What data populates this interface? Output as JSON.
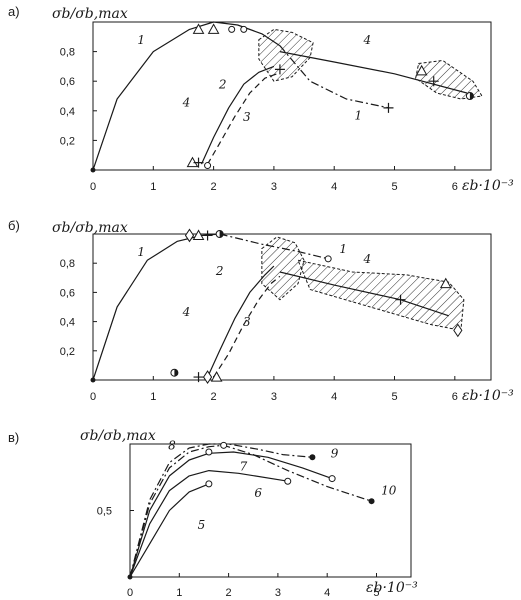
{
  "figure": {
    "colors": {
      "ink": "#1a1a1a",
      "hatch": "#333333",
      "background": "#ffffff"
    }
  },
  "chart_data": [
    {
      "panel": "а)",
      "type": "line",
      "ylabel": "σb/σb,max",
      "xlabel": "εb·10⁻³",
      "xlim": [
        0,
        6.6
      ],
      "ylim": [
        0,
        1.0
      ],
      "xticks": [
        "0",
        "1",
        "2",
        "3",
        "4",
        "5",
        "6"
      ],
      "yticks": [
        "0,2",
        "0,4",
        "0,6",
        "0,8"
      ],
      "grid": false,
      "series": [
        {
          "name": "1",
          "style": "solid",
          "x": [
            0,
            0.4,
            1.0,
            1.6,
            2.0,
            2.4,
            2.8,
            3.1
          ],
          "y": [
            0,
            0.48,
            0.8,
            0.95,
            1.0,
            0.98,
            0.92,
            0.84
          ]
        },
        {
          "name": "1",
          "style": "dashdot",
          "x": [
            3.1,
            3.6,
            4.2,
            4.9
          ],
          "y": [
            0.84,
            0.6,
            0.48,
            0.42
          ]
        },
        {
          "name": "2",
          "style": "solid",
          "x": [
            1.8,
            2.0,
            2.25,
            2.5,
            2.75,
            3.0
          ],
          "y": [
            0.04,
            0.22,
            0.42,
            0.58,
            0.66,
            0.7
          ]
        },
        {
          "name": "3",
          "style": "dashed",
          "x": [
            1.9,
            2.1,
            2.35,
            2.6,
            2.85,
            3.05
          ],
          "y": [
            0.04,
            0.18,
            0.36,
            0.52,
            0.62,
            0.65
          ]
        },
        {
          "name": "4",
          "style": "solid",
          "x": [
            3.1,
            4.0,
            5.0,
            6.2
          ],
          "y": [
            0.8,
            0.73,
            0.65,
            0.52
          ]
        }
      ],
      "curve_labels": [
        {
          "text": "1",
          "x": 0.8,
          "y": 0.85
        },
        {
          "text": "2",
          "x": 2.15,
          "y": 0.55
        },
        {
          "text": "3",
          "x": 2.55,
          "y": 0.33
        },
        {
          "text": "4",
          "x": 1.55,
          "y": 0.43
        },
        {
          "text": "4",
          "x": 4.55,
          "y": 0.85
        },
        {
          "text": "1",
          "x": 4.4,
          "y": 0.34
        }
      ],
      "regions": [
        {
          "x": [
            2.75,
            3.0,
            3.3,
            3.65,
            3.6,
            3.3,
            3.0,
            2.75
          ],
          "y": [
            0.88,
            0.95,
            0.93,
            0.86,
            0.76,
            0.63,
            0.6,
            0.75
          ]
        },
        {
          "x": [
            5.4,
            5.8,
            6.3,
            6.45,
            6.1,
            5.7,
            5.35
          ],
          "y": [
            0.72,
            0.74,
            0.6,
            0.5,
            0.48,
            0.52,
            0.62
          ]
        }
      ],
      "markers": [
        {
          "shape": "triangle",
          "x": 1.75,
          "y": 0.95
        },
        {
          "shape": "triangle",
          "x": 2.0,
          "y": 0.95
        },
        {
          "shape": "circle-open",
          "x": 2.3,
          "y": 0.95
        },
        {
          "shape": "circle-open",
          "x": 2.5,
          "y": 0.95
        },
        {
          "shape": "circle-open",
          "x": 1.9,
          "y": 0.03
        },
        {
          "shape": "triangle",
          "x": 1.65,
          "y": 0.05
        },
        {
          "shape": "plus",
          "x": 1.75,
          "y": 0.05
        },
        {
          "shape": "plus",
          "x": 3.1,
          "y": 0.68
        },
        {
          "shape": "plus",
          "x": 4.9,
          "y": 0.42
        },
        {
          "shape": "plus",
          "x": 5.65,
          "y": 0.6
        },
        {
          "shape": "circle-half",
          "x": 6.25,
          "y": 0.5
        },
        {
          "shape": "triangle",
          "x": 5.45,
          "y": 0.67
        }
      ]
    },
    {
      "panel": "б)",
      "type": "line",
      "ylabel": "σb/σb,max",
      "xlabel": "εb·10⁻³",
      "xlim": [
        0,
        6.6
      ],
      "ylim": [
        0,
        1.0
      ],
      "xticks": [
        "0",
        "1",
        "2",
        "3",
        "4",
        "5",
        "6"
      ],
      "yticks": [
        "0,2",
        "0,4",
        "0,6",
        "0,8"
      ],
      "grid": false,
      "series": [
        {
          "name": "1",
          "style": "solid",
          "x": [
            0,
            0.4,
            0.9,
            1.4,
            1.8,
            2.1
          ],
          "y": [
            0,
            0.5,
            0.82,
            0.95,
            0.99,
            1.0
          ]
        },
        {
          "name": "1",
          "style": "dashdot",
          "x": [
            2.1,
            2.8,
            3.4,
            3.9
          ],
          "y": [
            1.0,
            0.93,
            0.88,
            0.83
          ]
        },
        {
          "name": "2",
          "style": "solid",
          "x": [
            1.9,
            2.1,
            2.35,
            2.6,
            2.85,
            3.0
          ],
          "y": [
            0.02,
            0.2,
            0.42,
            0.6,
            0.72,
            0.78
          ]
        },
        {
          "name": "3",
          "style": "dashed",
          "x": [
            2.0,
            2.25,
            2.5,
            2.75,
            2.95,
            3.1
          ],
          "y": [
            0.02,
            0.18,
            0.38,
            0.55,
            0.66,
            0.71
          ]
        },
        {
          "name": "4",
          "style": "solid",
          "x": [
            3.1,
            4.0,
            5.1,
            5.9
          ],
          "y": [
            0.74,
            0.65,
            0.55,
            0.44
          ]
        }
      ],
      "curve_labels": [
        {
          "text": "1",
          "x": 0.8,
          "y": 0.85
        },
        {
          "text": "1",
          "x": 4.15,
          "y": 0.87
        },
        {
          "text": "2",
          "x": 2.1,
          "y": 0.72
        },
        {
          "text": "3",
          "x": 2.55,
          "y": 0.37
        },
        {
          "text": "4",
          "x": 1.55,
          "y": 0.44
        },
        {
          "text": "4",
          "x": 4.55,
          "y": 0.8
        }
      ],
      "regions": [
        {
          "x": [
            2.8,
            3.05,
            3.35,
            3.5,
            3.4,
            3.1,
            2.8
          ],
          "y": [
            0.9,
            0.98,
            0.94,
            0.82,
            0.66,
            0.55,
            0.66
          ]
        },
        {
          "x": [
            3.4,
            4.3,
            5.2,
            5.9,
            6.15,
            6.1,
            5.6,
            4.6,
            3.6
          ],
          "y": [
            0.82,
            0.74,
            0.72,
            0.67,
            0.55,
            0.34,
            0.38,
            0.5,
            0.62
          ]
        }
      ],
      "markers": [
        {
          "shape": "diamond",
          "x": 1.6,
          "y": 0.99
        },
        {
          "shape": "triangle",
          "x": 1.75,
          "y": 0.99
        },
        {
          "shape": "plus",
          "x": 1.9,
          "y": 0.99
        },
        {
          "shape": "circle-half",
          "x": 2.1,
          "y": 1.0
        },
        {
          "shape": "circle-open",
          "x": 3.9,
          "y": 0.83
        },
        {
          "shape": "plus",
          "x": 5.1,
          "y": 0.55
        },
        {
          "shape": "triangle",
          "x": 5.85,
          "y": 0.66
        },
        {
          "shape": "diamond",
          "x": 6.05,
          "y": 0.34
        },
        {
          "shape": "circle-half",
          "x": 1.35,
          "y": 0.05
        },
        {
          "shape": "plus",
          "x": 1.75,
          "y": 0.02
        },
        {
          "shape": "diamond",
          "x": 1.9,
          "y": 0.02
        },
        {
          "shape": "triangle",
          "x": 2.05,
          "y": 0.02
        }
      ]
    },
    {
      "panel": "в)",
      "type": "line",
      "ylabel": "σb/σb,max",
      "xlabel": "εb·10⁻³",
      "xlim": [
        0,
        5.7
      ],
      "ylim": [
        0,
        1.0
      ],
      "xticks": [
        "0",
        "1",
        "2",
        "3",
        "4",
        "5"
      ],
      "yticks": [
        "0,5"
      ],
      "grid": false,
      "series": [
        {
          "name": "5",
          "style": "solid",
          "x": [
            0,
            0.4,
            0.8,
            1.2,
            1.6
          ],
          "y": [
            0,
            0.25,
            0.5,
            0.64,
            0.7
          ]
        },
        {
          "name": "6",
          "style": "solid",
          "x": [
            0,
            0.4,
            0.8,
            1.2,
            1.6,
            2.2,
            3.2
          ],
          "y": [
            0,
            0.4,
            0.65,
            0.76,
            0.8,
            0.78,
            0.72
          ]
        },
        {
          "name": "7",
          "style": "solid",
          "x": [
            0,
            0.4,
            0.8,
            1.2,
            1.6,
            2.1,
            2.8,
            3.5,
            4.1
          ],
          "y": [
            0,
            0.5,
            0.76,
            0.88,
            0.93,
            0.94,
            0.9,
            0.82,
            0.74
          ]
        },
        {
          "name": "8",
          "style": "dashdot",
          "x": [
            0,
            0.4,
            0.8,
            1.2,
            1.6,
            1.9,
            2.5,
            3.2,
            4.0,
            4.9
          ],
          "y": [
            0,
            0.55,
            0.82,
            0.94,
            0.98,
            0.99,
            0.92,
            0.8,
            0.68,
            0.57
          ]
        },
        {
          "name": "9",
          "style": "dashdot",
          "x": [
            0,
            0.4,
            0.8,
            1.2,
            1.6,
            2.0,
            2.6,
            3.1,
            3.7
          ],
          "y": [
            0,
            0.58,
            0.86,
            0.97,
            1.0,
            1.0,
            0.96,
            0.92,
            0.9
          ]
        }
      ],
      "curve_labels": [
        {
          "text": "5",
          "x": 1.45,
          "y": 0.36
        },
        {
          "text": "6",
          "x": 2.6,
          "y": 0.6
        },
        {
          "text": "7",
          "x": 2.3,
          "y": 0.8
        },
        {
          "text": "8",
          "x": 0.85,
          "y": 0.96
        },
        {
          "text": "9",
          "x": 4.15,
          "y": 0.9
        },
        {
          "text": "10",
          "x": 5.25,
          "y": 0.62
        }
      ],
      "regions": [],
      "markers": [
        {
          "shape": "circle-open",
          "x": 1.6,
          "y": 0.7
        },
        {
          "shape": "circle-open",
          "x": 3.2,
          "y": 0.72
        },
        {
          "shape": "circle-open",
          "x": 4.1,
          "y": 0.74
        },
        {
          "shape": "circle-open",
          "x": 1.9,
          "y": 0.99
        },
        {
          "shape": "circle-open",
          "x": 1.6,
          "y": 0.94
        },
        {
          "shape": "circle-filled",
          "x": 3.7,
          "y": 0.9
        },
        {
          "shape": "circle-filled",
          "x": 4.9,
          "y": 0.57
        }
      ]
    }
  ]
}
